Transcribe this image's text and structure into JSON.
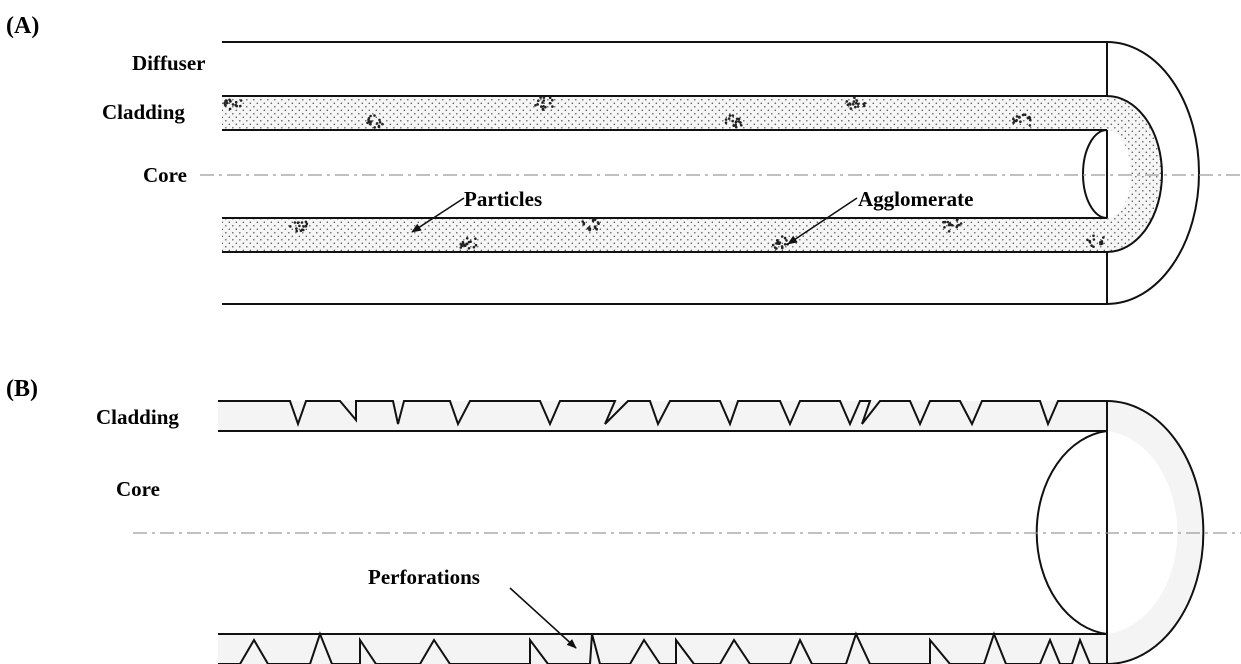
{
  "panel_a": {
    "tag": "(A)",
    "labels": {
      "diffuser": "Diffuser",
      "cladding": "Cladding",
      "core": "Core",
      "particles": "Particles",
      "agglomerate": "Agglomerate"
    }
  },
  "panel_b": {
    "tag": "(B)",
    "labels": {
      "cladding": "Cladding",
      "core": "Core",
      "perforations": "Perforations"
    }
  }
}
